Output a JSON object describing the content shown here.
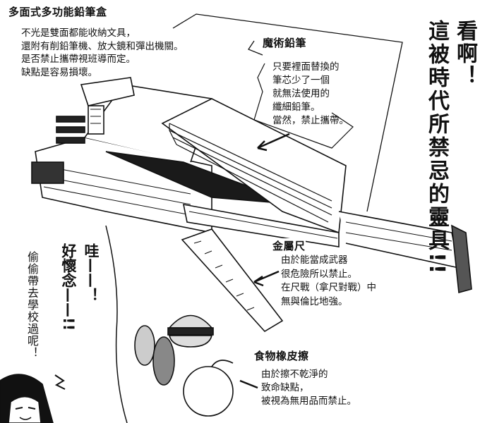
{
  "pencil_case": {
    "title": "多面式多功能鉛筆盒",
    "lines": [
      "不光是雙面都能收納文具，",
      "還附有削鉛筆機、放大鏡和彈出機關。",
      "是否禁止攜帶視班導而定。",
      "缺點是容易損壞。"
    ]
  },
  "magic_pencil": {
    "title": "魔術鉛筆",
    "lines": [
      "只要裡面替換的",
      "筆芯少了一個",
      "就無法使用的",
      "纖細鉛筆。",
      "當然，禁止攜帶。"
    ]
  },
  "metal_ruler": {
    "title": "金屬尺",
    "lines": [
      "由於能當成武器",
      "很危險所以禁止。",
      "在尺戰（拿尺對戰）中",
      "無與倫比地強。"
    ]
  },
  "food_eraser": {
    "title": "食物橡皮擦",
    "lines": [
      "由於擦不乾淨的",
      "致命缺點，",
      "被視為無用品而禁止。"
    ]
  },
  "shout": {
    "line1": "看啊！",
    "line2": "這被時代所禁忌的靈具!!"
  },
  "girl": {
    "wow": "哇——！",
    "nostalgic": "好懷念——!!",
    "sneak": "偷偷帶去學校過呢！"
  }
}
